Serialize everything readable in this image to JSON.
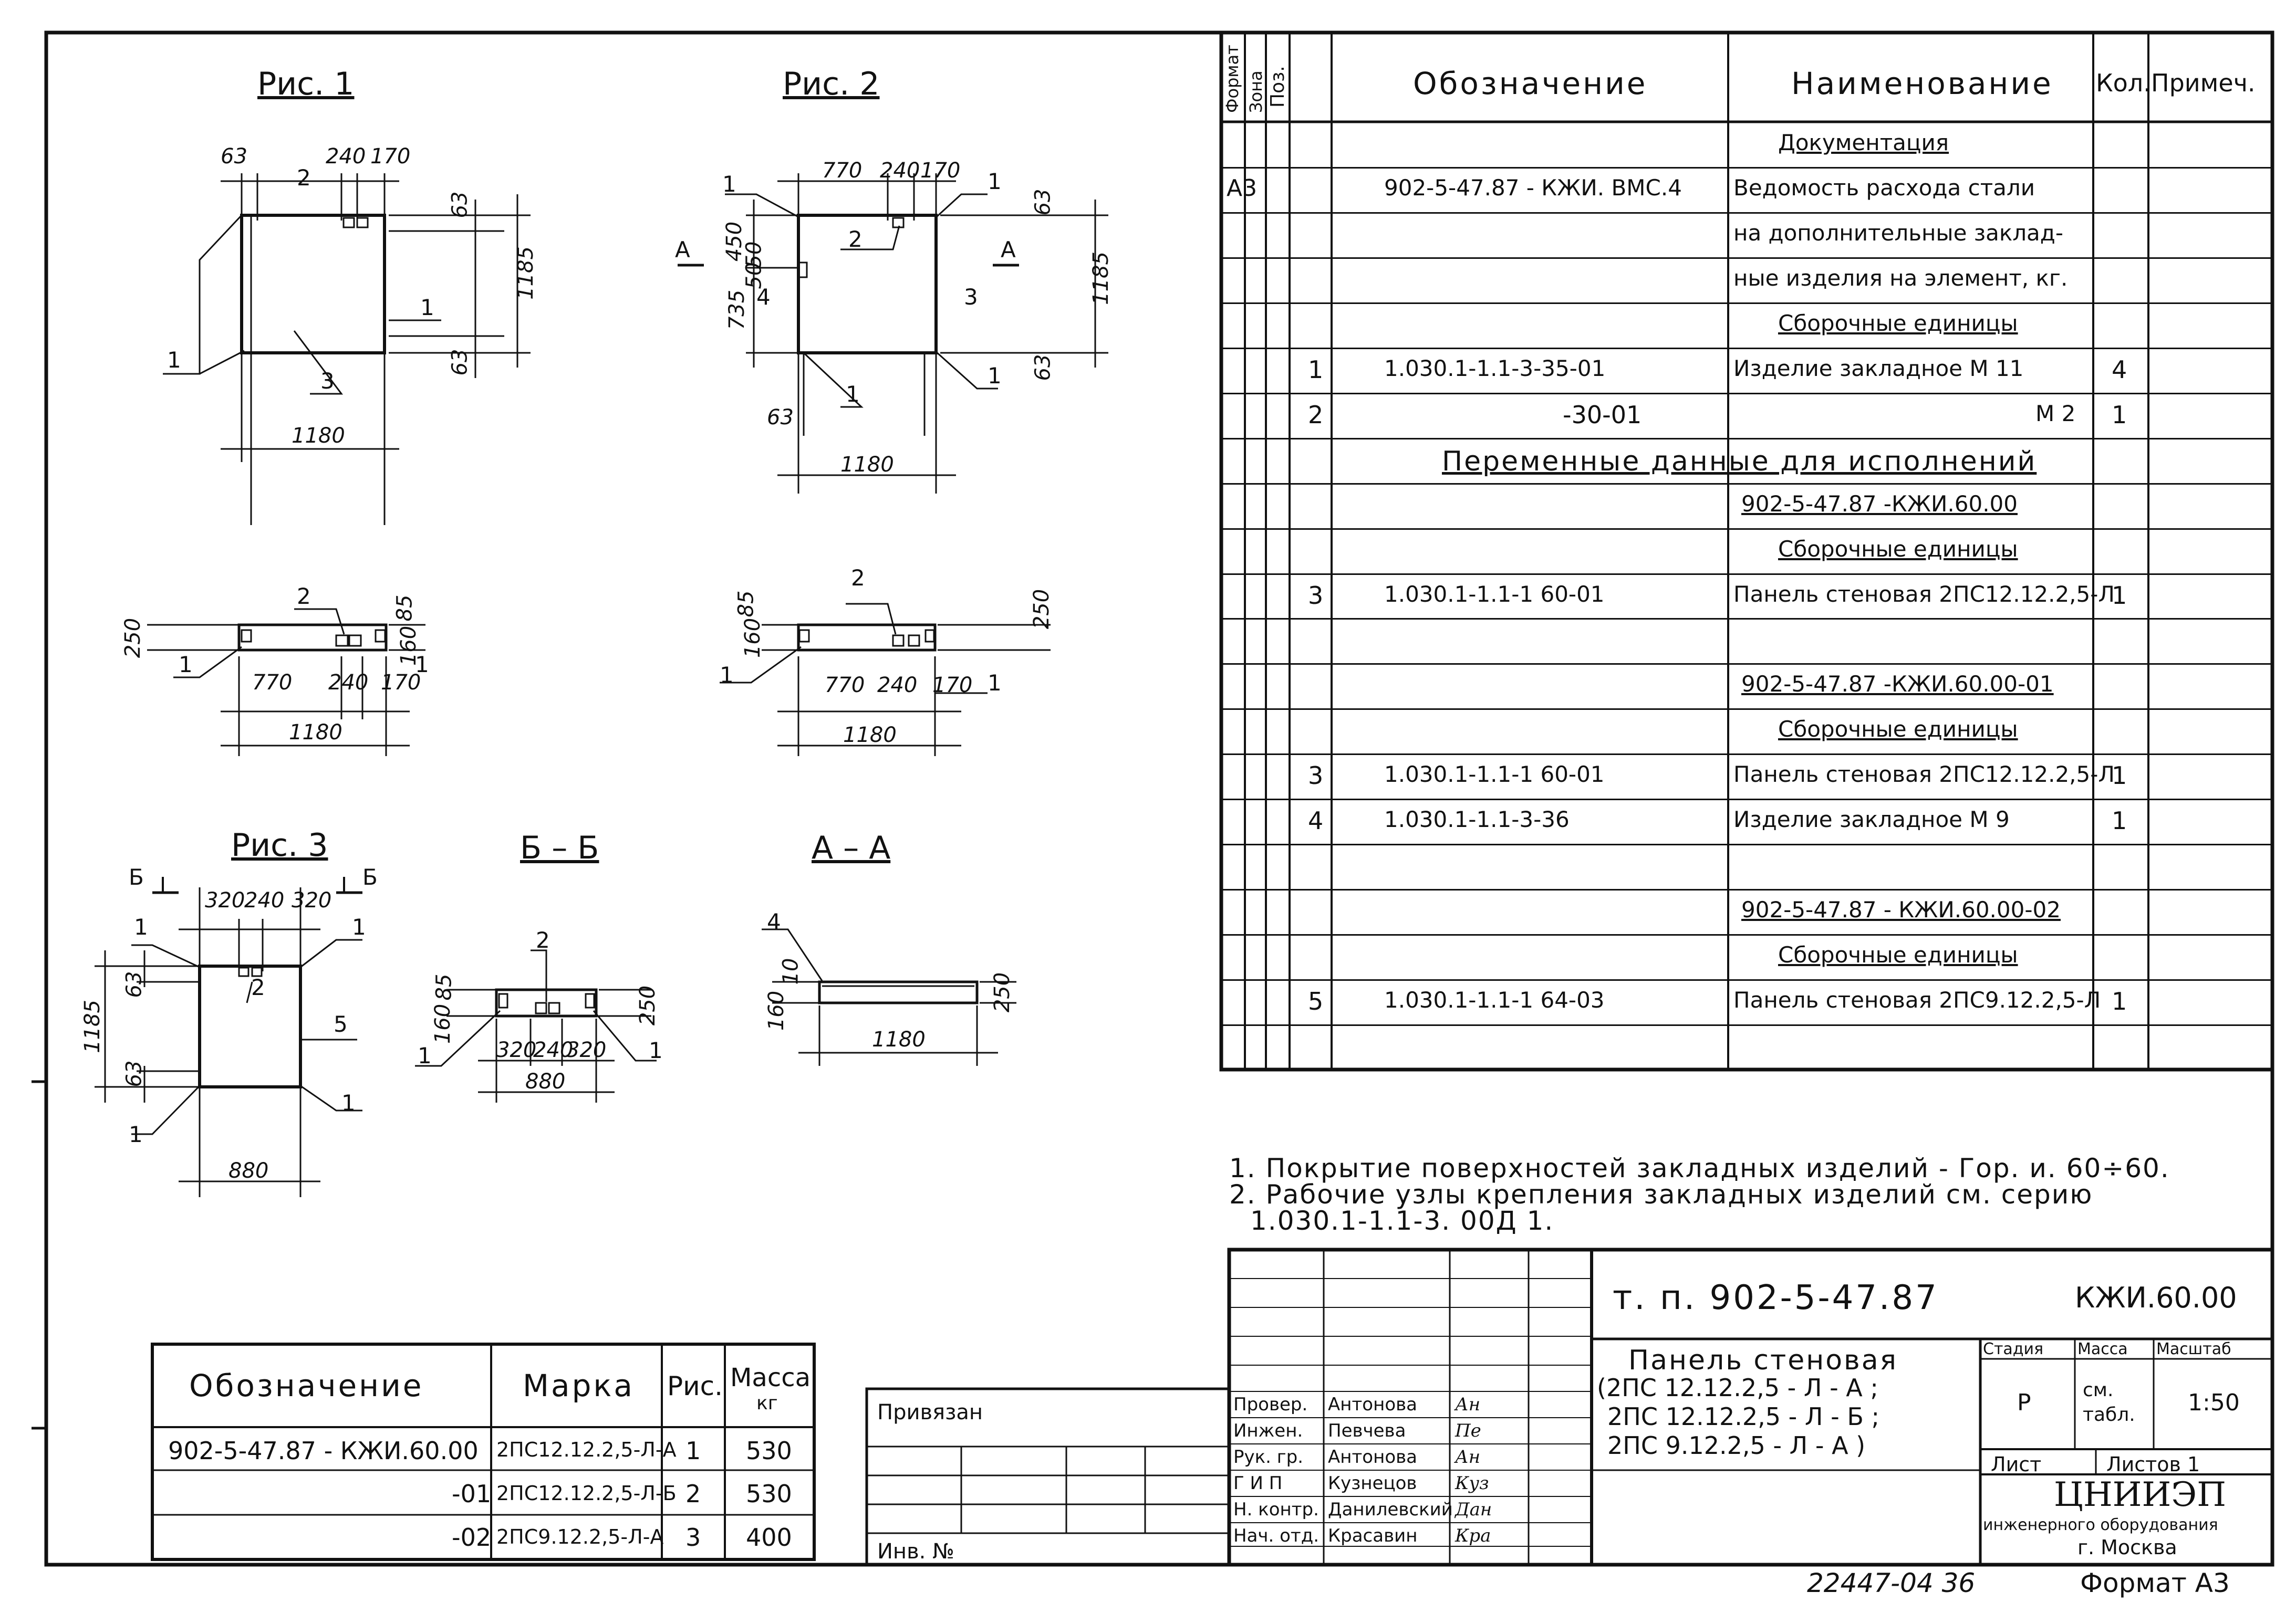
{
  "figures": {
    "fig1": {
      "title": "Рис. 1",
      "dims_top": [
        "63",
        "240",
        "170"
      ],
      "dim_side": "1185",
      "dim_63a": "63",
      "dim_63b": "63",
      "dim_bottom": "1180",
      "labels": [
        "1",
        "2",
        "1",
        "3"
      ]
    },
    "fig2": {
      "title": "Рис. 2",
      "dims_top": [
        "770",
        "240",
        "170"
      ],
      "dim_side": "1185",
      "dims_left": [
        "450",
        "50",
        "50",
        "4",
        "735"
      ],
      "dim_63a": "63",
      "dim_63b": "63",
      "dim_63c": "63",
      "dim_bottom": "1180",
      "labels": [
        "1",
        "1",
        "2",
        "3",
        "1",
        "1"
      ],
      "section": "А"
    },
    "side1": {
      "dims": [
        "250",
        "85",
        "160",
        "770",
        "240",
        "170"
      ],
      "dim_bottom": "1180",
      "labels": [
        "2",
        "1",
        "1"
      ]
    },
    "side2": {
      "dims": [
        "160",
        "85",
        "250",
        "770",
        "240",
        "170"
      ],
      "dim_bottom": "1180",
      "labels": [
        "2",
        "1",
        "1"
      ]
    },
    "fig3": {
      "title": "Рис. 3",
      "section": "Б",
      "dims_top": [
        "320",
        "240",
        "320"
      ],
      "dim_side": "1185",
      "dim_63a": "63",
      "dim_63b": "63",
      "dim_bottom": "880",
      "labels": [
        "1",
        "1",
        "2",
        "5",
        "1",
        "1"
      ]
    },
    "secBB": {
      "title": "Б – Б",
      "dims": [
        "85",
        "160",
        "250",
        "320",
        "240",
        "320"
      ],
      "dim_bottom": "880",
      "labels": [
        "2",
        "1",
        "1"
      ]
    },
    "secAA": {
      "title": "А – А",
      "dims": [
        "10",
        "160",
        "250"
      ],
      "dim_bottom": "1180",
      "labels": [
        "4"
      ]
    }
  },
  "spec": {
    "headers": {
      "format": "Формат",
      "zone": "Зона",
      "pos": "Поз.",
      "designation": "Обозначение",
      "name": "Наименование",
      "qty": "Кол.",
      "note": "Примеч."
    },
    "rows": [
      {
        "fmt": "",
        "pos": "",
        "des": "",
        "name": "Документация",
        "qty": "",
        "cls": "ul"
      },
      {
        "fmt": "А3",
        "pos": "",
        "des": "902-5-47.87     - КЖИ. ВМС.4",
        "name": "Ведомость расхода стали",
        "qty": "",
        "cls": ""
      },
      {
        "fmt": "",
        "pos": "",
        "des": "",
        "name": "на дополнительные заклад-",
        "qty": "",
        "cls": ""
      },
      {
        "fmt": "",
        "pos": "",
        "des": "",
        "name": "ные изделия на элемент, кг.",
        "qty": "",
        "cls": ""
      },
      {
        "fmt": "",
        "pos": "",
        "des": "",
        "name": "Сборочные единицы",
        "qty": "",
        "cls": "ul"
      },
      {
        "fmt": "",
        "pos": "1",
        "des": "1.030.1-1.1-3-35-01",
        "name": "Изделие закладное М 11",
        "qty": "4",
        "cls": ""
      },
      {
        "fmt": "",
        "pos": "2",
        "des": "-30-01",
        "name": "М 2",
        "qty": "1",
        "cls": "right"
      },
      {
        "fmt": "",
        "pos": "",
        "des": "Переменные данные для исполнений",
        "name": "",
        "qty": "",
        "cls": "span"
      },
      {
        "fmt": "",
        "pos": "",
        "des": "",
        "name": "902-5-47.87   -КЖИ.60.00",
        "qty": "",
        "cls": "ul"
      },
      {
        "fmt": "",
        "pos": "",
        "des": "",
        "name": "Сборочные единицы",
        "qty": "",
        "cls": "ul"
      },
      {
        "fmt": "",
        "pos": "3",
        "des": "1.030.1-1.1-1     60-01",
        "name": "Панель стеновая 2ПС12.12.2,5-Л",
        "qty": "1",
        "cls": ""
      },
      {
        "fmt": "",
        "pos": "",
        "des": "",
        "name": "",
        "qty": "",
        "cls": ""
      },
      {
        "fmt": "",
        "pos": "",
        "des": "",
        "name": "902-5-47.87 -КЖИ.60.00-01",
        "qty": "",
        "cls": "ul"
      },
      {
        "fmt": "",
        "pos": "",
        "des": "",
        "name": "Сборочные единицы",
        "qty": "",
        "cls": "ul"
      },
      {
        "fmt": "",
        "pos": "3",
        "des": "1.030.1-1.1-1     60-01",
        "name": "Панель стеновая 2ПС12.12.2,5-Л",
        "qty": "1",
        "cls": ""
      },
      {
        "fmt": "",
        "pos": "4",
        "des": "1.030.1-1.1-3-36",
        "name": "Изделие закладное М 9",
        "qty": "1",
        "cls": ""
      },
      {
        "fmt": "",
        "pos": "",
        "des": "",
        "name": "",
        "qty": "",
        "cls": ""
      },
      {
        "fmt": "",
        "pos": "",
        "des": "",
        "name": "902-5-47.87 - КЖИ.60.00-02",
        "qty": "",
        "cls": "ul"
      },
      {
        "fmt": "",
        "pos": "",
        "des": "",
        "name": "Сборочные единицы",
        "qty": "",
        "cls": "ul"
      },
      {
        "fmt": "",
        "pos": "5",
        "des": "1.030.1-1.1-1     64-03",
        "name": "Панель стеновая 2ПС9.12.2,5-Л",
        "qty": "1",
        "cls": ""
      },
      {
        "fmt": "",
        "pos": "",
        "des": "",
        "name": "",
        "qty": "",
        "cls": ""
      }
    ]
  },
  "notes": [
    "1. Покрытие поверхностей закладных изделий - Гор. и. 60÷60.",
    "2. Рабочие узлы крепления закладных изделий см. серию",
    "1.030.1-1.1-3. 00Д 1."
  ],
  "marks": {
    "headers": {
      "des": "Обозначение",
      "mark": "Марка",
      "fig": "Рис.",
      "mass": "Масса",
      "mass_unit": "кг"
    },
    "rows": [
      {
        "des": "902-5-47.87 - КЖИ.60.00",
        "mark": "2ПС12.12.2,5-Л-А",
        "fig": "1",
        "mass": "530"
      },
      {
        "des": "-01",
        "mark": "2ПС12.12.2,5-Л-Б",
        "fig": "2",
        "mass": "530"
      },
      {
        "des": "-02",
        "mark": "2ПС9.12.2,5-Л-А",
        "fig": "3",
        "mass": "400"
      }
    ]
  },
  "binding": {
    "label": "Привязан",
    "inv": "Инв. №"
  },
  "title_block": {
    "code": "т. п. 902-5-47.87",
    "doc": "КЖИ.60.00",
    "title_lines": [
      "Панель стеновая",
      "(2ПС 12.12.2,5 - Л - А ;",
      "2ПС 12.12.2,5 - Л - Б ;",
      "2ПС 9.12.2,5 - Л - А )"
    ],
    "stage_h": "Стадия",
    "mass_h": "Масса",
    "scale_h": "Масштаб",
    "stage": "Р",
    "mass": "см. табл.",
    "scale": "1:50",
    "sheet": "Лист",
    "sheets": "Листов 1",
    "org": "ЦНИИЭП",
    "org_sub": "инженерного оборудования",
    "org_city": "г. Москва",
    "roles": [
      {
        "role": "Провер.",
        "name": "Антонова",
        "sig": "Ан"
      },
      {
        "role": "Инжен.",
        "name": "Певчева",
        "sig": "Пе"
      },
      {
        "role": "Рук. гр.",
        "name": "Антонова",
        "sig": "Ан"
      },
      {
        "role": "Г И П",
        "name": "Кузнецов",
        "sig": "Куз"
      },
      {
        "role": "Н. контр.",
        "name": "Данилевский",
        "sig": "Дан"
      },
      {
        "role": "Нач. отд.",
        "name": "Красавин",
        "sig": "Кра"
      }
    ]
  },
  "footer": {
    "number": "22447-04  36",
    "format": "Формат А3"
  }
}
